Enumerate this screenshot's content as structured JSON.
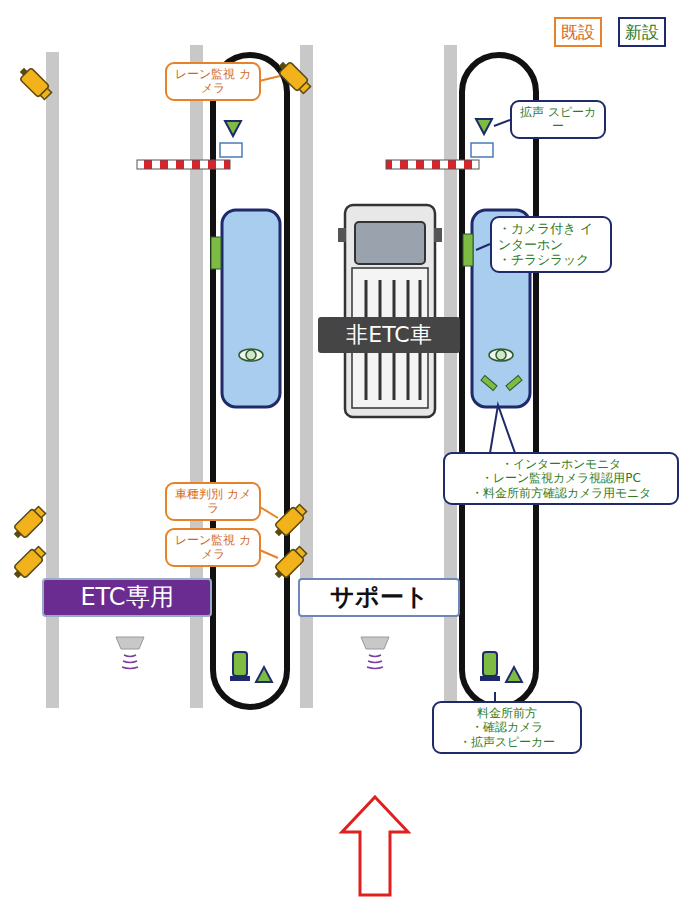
{
  "diagram": {
    "nodes": [
      {
        "text": [
          "レーン監視 カメラ"
        ]
      },
      {
        "text": [
          "拡声 スピーカー"
        ]
      },
      {
        "text": [
          "・カメラ付き インターホン",
          "・チラシラック"
        ]
      },
      {
        "text": [
          "非ETC車"
        ]
      },
      {
        "text": [
          "・インターホンモニタ",
          "・レーン監視カメラ視認用PC",
          "・料金所前方確認カメラ用モニタ"
        ]
      },
      {
        "text": [
          "車種判別 カメラ"
        ]
      },
      {
        "text": [
          "レーン監視 カメラ"
        ]
      },
      {
        "text": [
          "ETC専用"
        ]
      },
      {
        "text": [
          "サポート"
        ]
      },
      {
        "text": [
          "料金所前方",
          "・確認カメラ",
          "・拡声スピーカー"
        ]
      }
    ],
    "legend": [
      {
        "text": "既設",
        "color": "#e8822a"
      },
      {
        "text": "新設",
        "color": "#1f2a6b"
      }
    ]
  }
}
